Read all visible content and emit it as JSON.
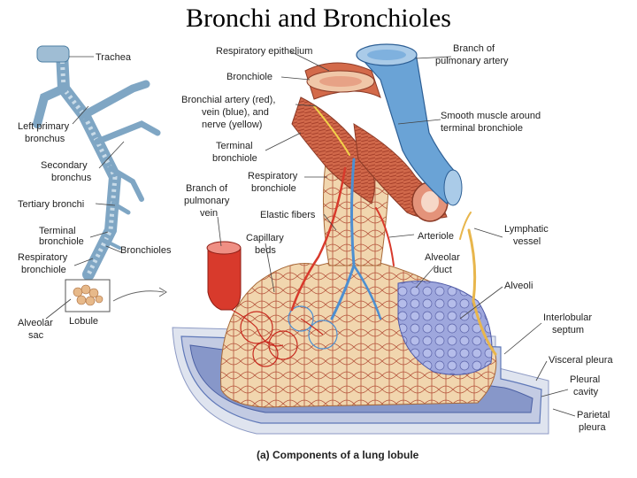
{
  "title": "Bronchi and Bronchioles",
  "caption": "(a) Components of a lung lobule",
  "left_labels": {
    "trachea": "Trachea",
    "left_primary": [
      "Left primary",
      "bronchus"
    ],
    "secondary": [
      "Secondary",
      "bronchus"
    ],
    "tertiary": "Tertiary bronchi",
    "terminal": [
      "Terminal",
      "bronchiole"
    ],
    "respiratory": [
      "Respiratory",
      "bronchiole"
    ],
    "bronchioles": "Bronchioles",
    "alveolar_sac": [
      "Alveolar",
      "sac"
    ],
    "lobule": "Lobule"
  },
  "main_labels": {
    "resp_epithelium": "Respiratory epithelium",
    "bronchiole": "Bronchiole",
    "bronchial_artery": [
      "Bronchial artery (red),",
      "vein (blue), and",
      "nerve (yellow)"
    ],
    "terminal_bronchiole": [
      "Terminal",
      "bronchiole"
    ],
    "respiratory_bronchiole": [
      "Respiratory",
      "bronchiole"
    ],
    "branch_pulm_vein": [
      "Branch of",
      "pulmonary",
      "vein"
    ],
    "elastic_fibers": "Elastic fibers",
    "capillary_beds": [
      "Capillary",
      "beds"
    ],
    "branch_pulm_artery": [
      "Branch of",
      "pulmonary artery"
    ],
    "smooth_muscle": [
      "Smooth muscle around",
      "terminal bronchiole"
    ],
    "arteriole": "Arteriole",
    "lymphatic": [
      "Lymphatic",
      "vessel"
    ],
    "alveolar_duct": [
      "Alveolar",
      "duct"
    ],
    "alveoli": "Alveoli",
    "interlobular": [
      "Interlobular",
      "septum"
    ],
    "visceral": "Visceral pleura",
    "pleural_cavity": [
      "Pleural",
      "cavity"
    ],
    "parietal": [
      "Parietal",
      "pleura"
    ]
  },
  "colors": {
    "airway": "#7fa6c4",
    "artery": "#d83a2c",
    "vein": "#4d8fd1",
    "muscle": "#c55a3a",
    "alveolus": "#f1d6ae",
    "nerve": "#f3d34a",
    "lymph": "#e8b64c",
    "pleura": "#5f78b8"
  }
}
